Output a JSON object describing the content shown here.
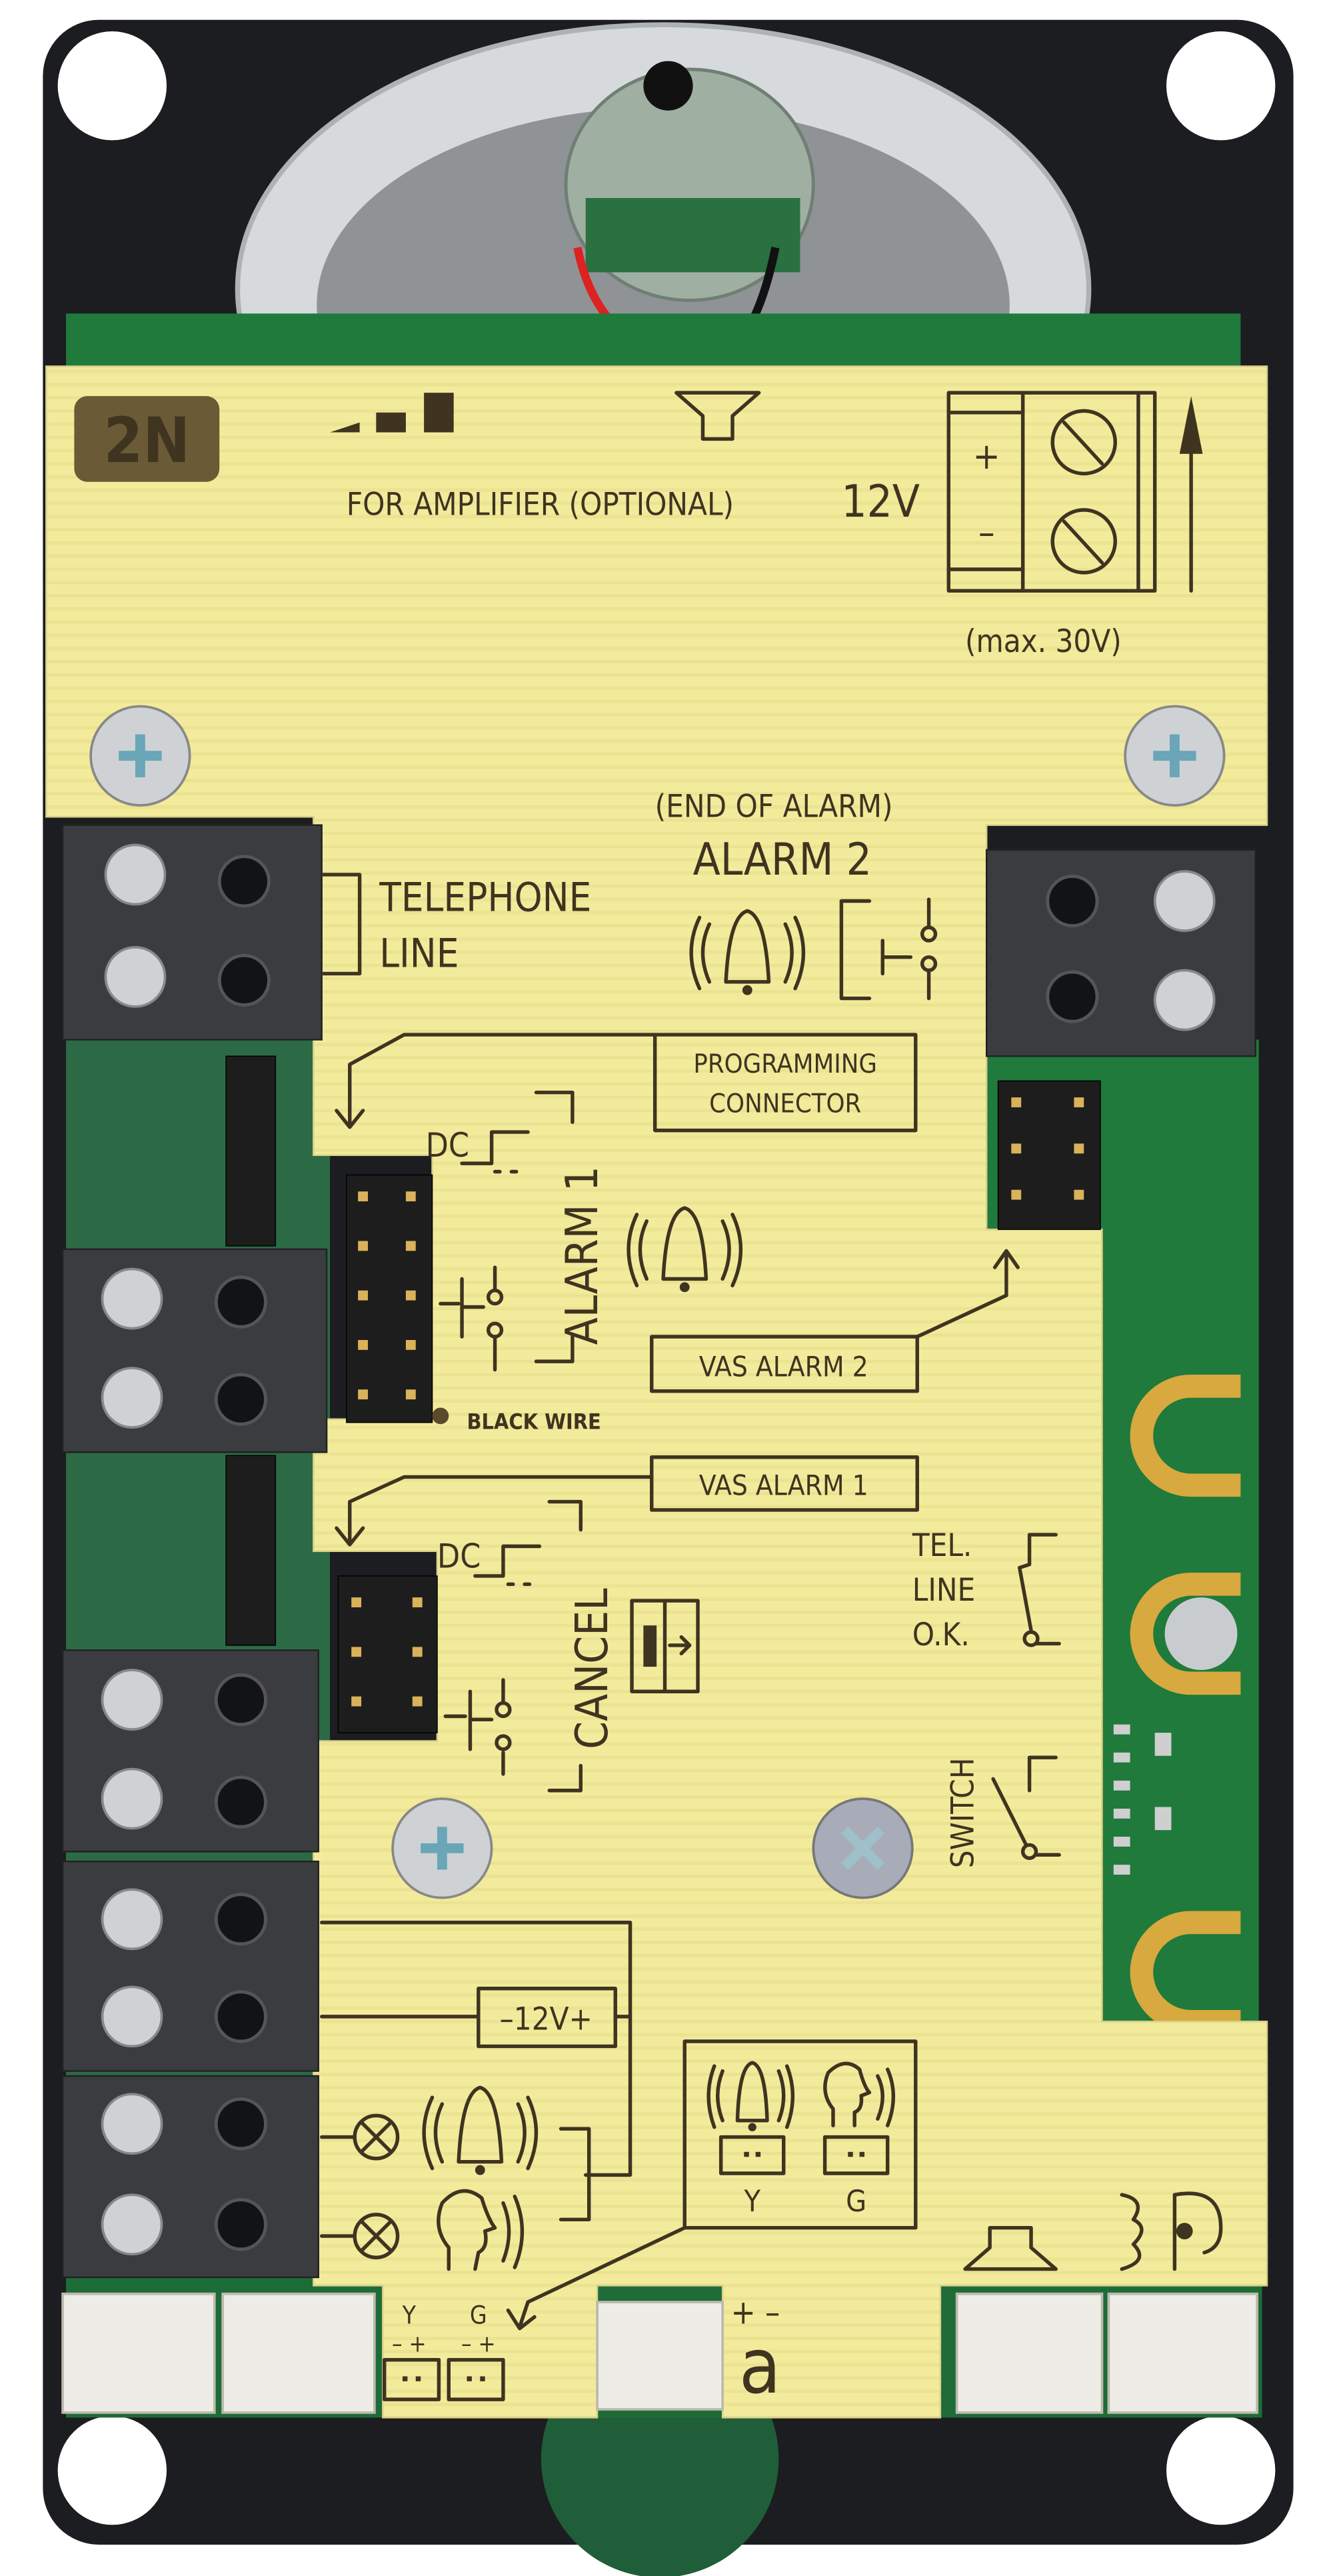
{
  "board": {
    "logo": "2N",
    "amplifier_label": "FOR AMPLIFIER (OPTIONAL)",
    "voltage_12v": "12V",
    "plus": "+",
    "minus": "–",
    "max_voltage": "(max. 30V)",
    "end_of_alarm": "(END OF ALARM)",
    "alarm2": "ALARM 2",
    "telephone": "TELEPHONE",
    "line": "LINE",
    "programming": "PROGRAMMING",
    "connector": "CONNECTOR",
    "dc1": "DC",
    "alarm1": "ALARM 1",
    "black_wire": "BLACK WIRE",
    "vas_alarm2": "VAS ALARM 2",
    "vas_alarm1": "VAS ALARM 1",
    "dc2": "DC",
    "cancel": "CANCEL",
    "tel": "TEL.",
    "tel_line": "LINE",
    "ok": "O.K.",
    "switch": "SWITCH",
    "supply": "–12V+",
    "y": "Y",
    "g": "G",
    "y_bottom": "Y",
    "g_bottom": "G",
    "minus_plus_y": "– +",
    "minus_plus_g": "– +",
    "mic_polarity": "+  –",
    "mic_symbol": "a"
  },
  "colors": {
    "base": "#1c1d20",
    "pcb_yellow": "#f2eb9c",
    "pcb_green": "#1f7a3c",
    "silkscreen": "#3f3420"
  }
}
